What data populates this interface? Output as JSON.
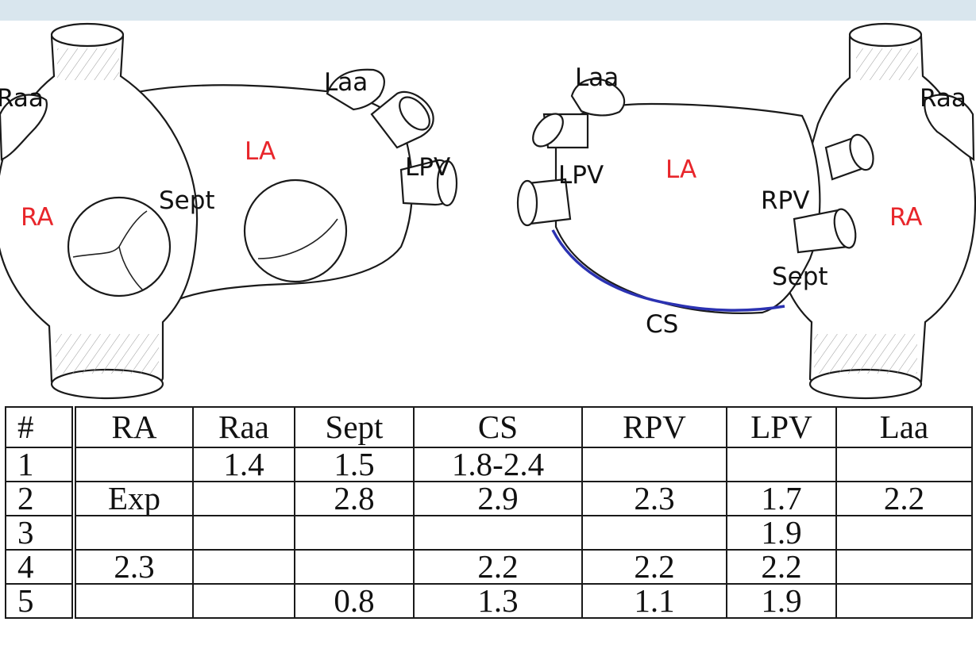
{
  "figure": {
    "left_view": {
      "labels": {
        "raa": "Raa",
        "laa": "Laa",
        "la": "LA",
        "lpv": "LPV",
        "ra": "RA",
        "sept": "Sept"
      }
    },
    "right_view": {
      "labels": {
        "laa": "Laa",
        "raa": "Raa",
        "lpv": "LPV",
        "la": "LA",
        "rpv": "RPV",
        "ra": "RA",
        "sept": "Sept",
        "cs": "CS"
      }
    },
    "colors": {
      "label_black": "#111111",
      "label_red": "#e8262b",
      "cs_line": "#2b32b2"
    }
  },
  "table": {
    "columns": [
      "#",
      "RA",
      "Raa",
      "Sept",
      "CS",
      "RPV",
      "LPV",
      "Laa"
    ],
    "rows": [
      [
        "1",
        "",
        "1.4",
        "1.5",
        "1.8-2.4",
        "",
        "",
        ""
      ],
      [
        "2",
        "Exp",
        "",
        "2.8",
        "2.9",
        "2.3",
        "1.7",
        "2.2"
      ],
      [
        "3",
        "",
        "",
        "",
        "",
        "",
        "1.9",
        ""
      ],
      [
        "4",
        "2.3",
        "",
        "",
        "2.2",
        "2.2",
        "2.2",
        ""
      ],
      [
        "5",
        "",
        "",
        "0.8",
        "1.3",
        "1.1",
        "1.9",
        ""
      ]
    ]
  }
}
